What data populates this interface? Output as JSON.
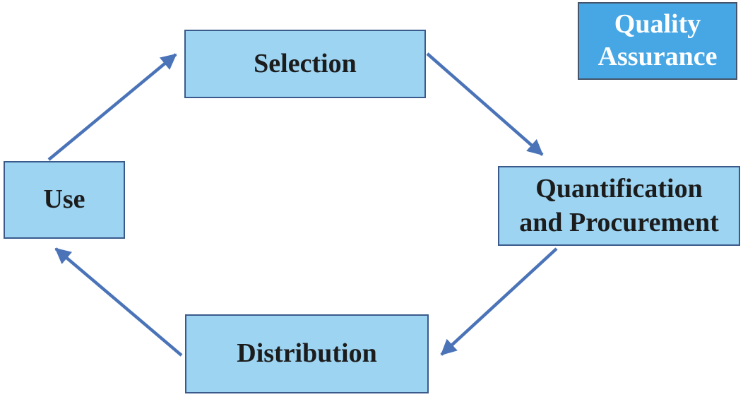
{
  "diagram": {
    "type": "cycle",
    "boxes": {
      "selection": {
        "label": "Selection"
      },
      "quantification": {
        "lines": [
          "Quantification",
          "and Procurement"
        ]
      },
      "distribution": {
        "label": "Distribution"
      },
      "use": {
        "label": "Use"
      },
      "quality_assurance": {
        "lines": [
          "Quality",
          "Assurance"
        ]
      }
    },
    "connections": [
      {
        "from": "Use",
        "to": "Selection"
      },
      {
        "from": "Selection",
        "to": "Quantification and Procurement"
      },
      {
        "from": "Quantification and Procurement",
        "to": "Distribution"
      },
      {
        "from": "Distribution",
        "to": "Use"
      }
    ]
  },
  "colors": {
    "background": "#ffffff",
    "box_fill": "#9dd4f2",
    "box_border": "#3a5a8c",
    "qa_fill": "#47a7e5",
    "qa_border": "#44546a",
    "arrow": "#4a73b8",
    "text_dark": "#1c1c1c",
    "text_light": "#ffffff"
  }
}
